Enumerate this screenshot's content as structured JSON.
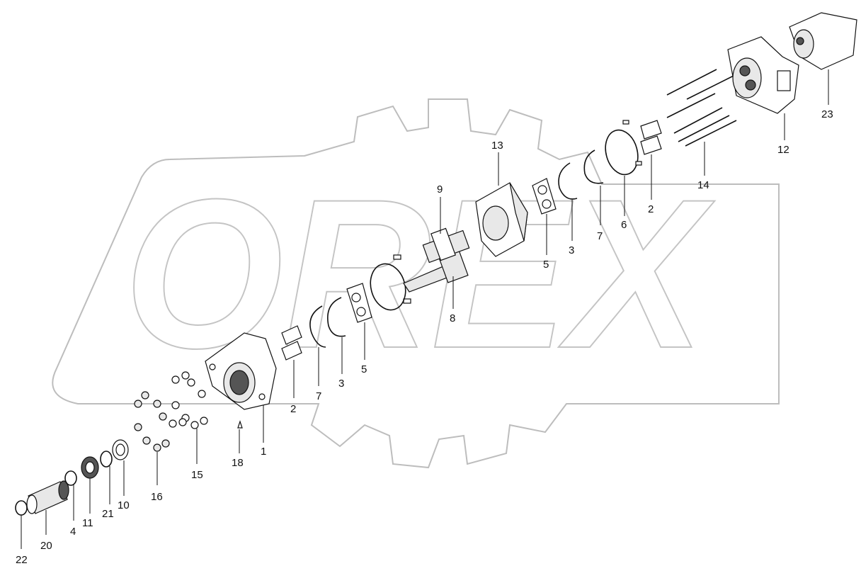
{
  "diagram": {
    "watermark_text": "OREX",
    "callouts": [
      {
        "id": "c-22",
        "label": "22"
      },
      {
        "id": "c-20",
        "label": "20"
      },
      {
        "id": "c-4",
        "label": "4"
      },
      {
        "id": "c-11",
        "label": "11"
      },
      {
        "id": "c-21",
        "label": "21"
      },
      {
        "id": "c-10",
        "label": "10"
      },
      {
        "id": "c-16",
        "label": "16"
      },
      {
        "id": "c-15",
        "label": "15"
      },
      {
        "id": "c-18",
        "label": "18"
      },
      {
        "id": "c-1",
        "label": "1"
      },
      {
        "id": "c-2a",
        "label": "2"
      },
      {
        "id": "c-7a",
        "label": "7"
      },
      {
        "id": "c-3a",
        "label": "3"
      },
      {
        "id": "c-5a",
        "label": "5"
      },
      {
        "id": "c-8",
        "label": "8"
      },
      {
        "id": "c-9",
        "label": "9"
      },
      {
        "id": "c-13",
        "label": "13"
      },
      {
        "id": "c-5b",
        "label": "5"
      },
      {
        "id": "c-3b",
        "label": "3"
      },
      {
        "id": "c-7b",
        "label": "7"
      },
      {
        "id": "c-6",
        "label": "6"
      },
      {
        "id": "c-2b",
        "label": "2"
      },
      {
        "id": "c-14",
        "label": "14"
      },
      {
        "id": "c-12",
        "label": "12"
      },
      {
        "id": "c-23",
        "label": "23"
      }
    ]
  }
}
